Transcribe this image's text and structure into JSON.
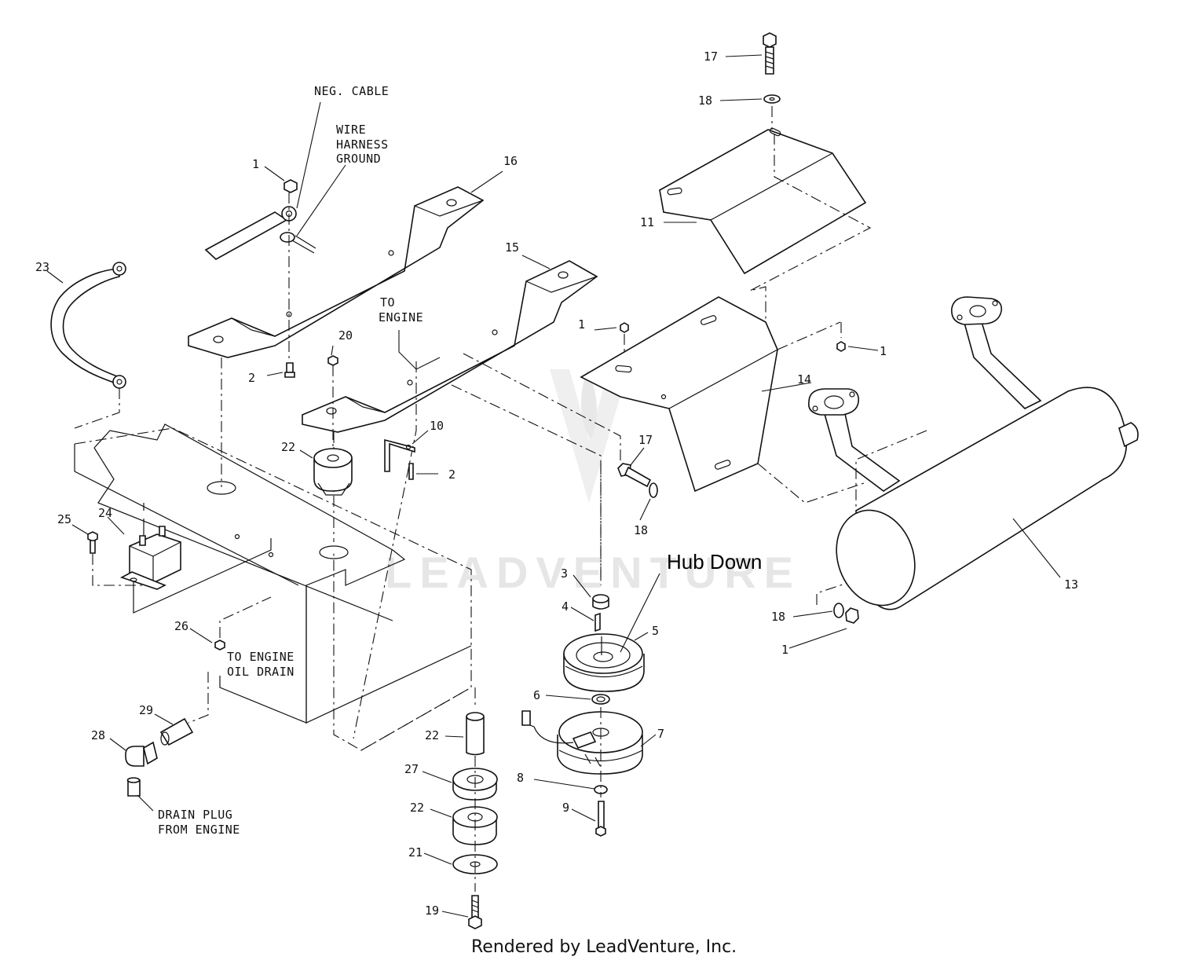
{
  "notes": {
    "neg_cable": "NEG. CABLE",
    "wire_harness": [
      "WIRE",
      "HARNESS",
      "GROUND"
    ],
    "to_engine_top": [
      "TO",
      "ENGINE"
    ],
    "to_engine_oil": [
      "TO ENGINE",
      "OIL DRAIN"
    ],
    "drain_plug": [
      "DRAIN PLUG",
      "FROM ENGINE"
    ],
    "hub_down": "Hub Down"
  },
  "footer": "Rendered by LeadVenture, Inc.",
  "watermark": "LEADVENTURE",
  "callouts": [
    {
      "id": "c1a",
      "label": "1"
    },
    {
      "id": "c1b",
      "label": "1"
    },
    {
      "id": "c1c",
      "label": "1"
    },
    {
      "id": "c1d",
      "label": "1"
    },
    {
      "id": "c2a",
      "label": "2"
    },
    {
      "id": "c2b",
      "label": "2"
    },
    {
      "id": "c3",
      "label": "3"
    },
    {
      "id": "c4",
      "label": "4"
    },
    {
      "id": "c5",
      "label": "5"
    },
    {
      "id": "c6",
      "label": "6"
    },
    {
      "id": "c7",
      "label": "7"
    },
    {
      "id": "c8",
      "label": "8"
    },
    {
      "id": "c9",
      "label": "9"
    },
    {
      "id": "c10",
      "label": "10"
    },
    {
      "id": "c11",
      "label": "11"
    },
    {
      "id": "c13",
      "label": "13"
    },
    {
      "id": "c14",
      "label": "14"
    },
    {
      "id": "c15",
      "label": "15"
    },
    {
      "id": "c16",
      "label": "16"
    },
    {
      "id": "c17a",
      "label": "17"
    },
    {
      "id": "c17b",
      "label": "17"
    },
    {
      "id": "c18a",
      "label": "18"
    },
    {
      "id": "c18b",
      "label": "18"
    },
    {
      "id": "c18c",
      "label": "18"
    },
    {
      "id": "c19",
      "label": "19"
    },
    {
      "id": "c20",
      "label": "20"
    },
    {
      "id": "c21",
      "label": "21"
    },
    {
      "id": "c22a",
      "label": "22"
    },
    {
      "id": "c22b",
      "label": "22"
    },
    {
      "id": "c22c",
      "label": "22"
    },
    {
      "id": "c23",
      "label": "23"
    },
    {
      "id": "c24",
      "label": "24"
    },
    {
      "id": "c25",
      "label": "25"
    },
    {
      "id": "c26",
      "label": "26"
    },
    {
      "id": "c27",
      "label": "27"
    },
    {
      "id": "c28",
      "label": "28"
    },
    {
      "id": "c29",
      "label": "29"
    }
  ]
}
